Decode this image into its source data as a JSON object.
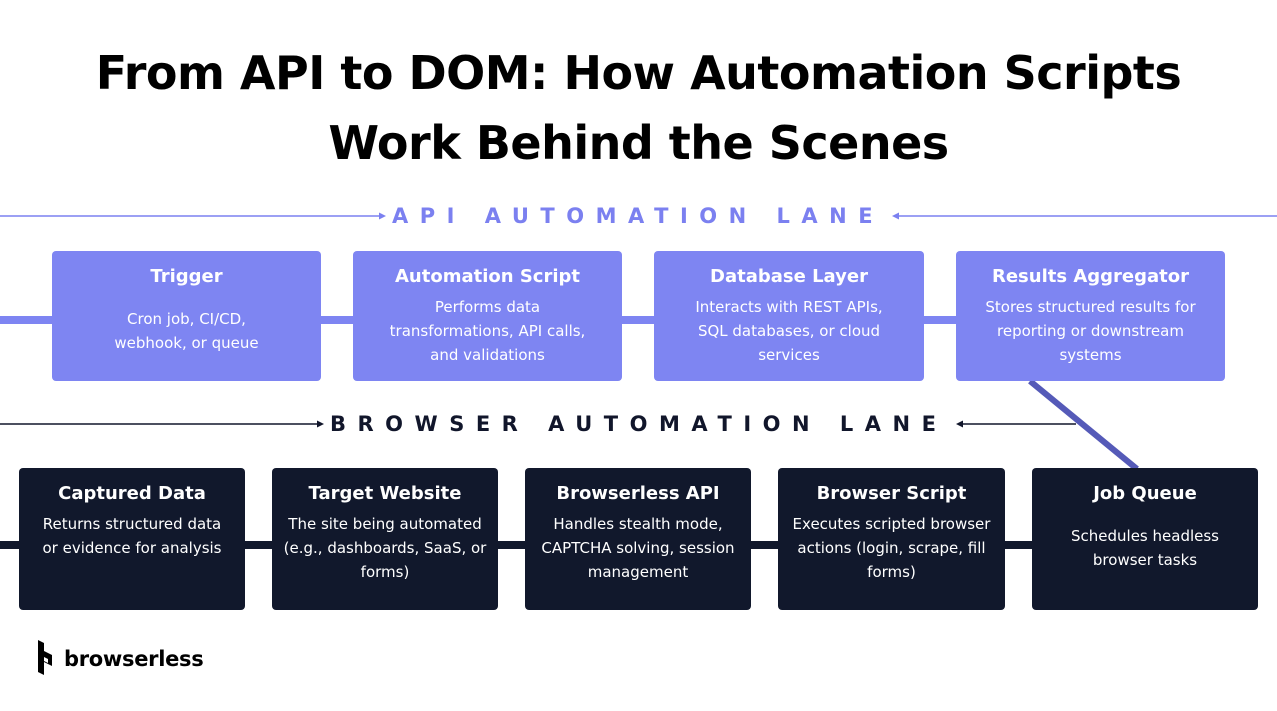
{
  "title": {
    "line1": "From API to DOM: How Automation Scripts",
    "line2": "Work Behind the Scenes"
  },
  "lanes": {
    "api": "API AUTOMATION LANE",
    "browser": "BROWSER AUTOMATION LANE"
  },
  "api_boxes": [
    {
      "title": "Trigger",
      "desc": "Cron job, CI/CD, webhook, or queue"
    },
    {
      "title": "Automation Script",
      "desc": "Performs data transformations, API calls, and validations"
    },
    {
      "title": "Database Layer",
      "desc": "Interacts with REST APIs, SQL databases, or cloud services"
    },
    {
      "title": "Results Aggregator",
      "desc": "Stores structured results for reporting or downstream systems"
    }
  ],
  "browser_boxes": [
    {
      "title": "Captured Data",
      "desc": "Returns structured data or evidence for analysis"
    },
    {
      "title": "Target Website",
      "desc": "The site being automated (e.g., dashboards, SaaS, or forms)"
    },
    {
      "title": "Browserless API",
      "desc": "Handles stealth mode, CAPTCHA solving, session management"
    },
    {
      "title": "Browser Script",
      "desc": "Executes scripted browser actions (login, scrape, fill forms)"
    },
    {
      "title": "Job Queue",
      "desc": "Schedules headless browser tasks"
    }
  ],
  "logo": {
    "text": "browserless",
    "icon": "browserless-b-logo-icon"
  },
  "colors": {
    "api_box": "#7e85f2",
    "dark_box": "#11182c",
    "api_lane": "#7b80f0",
    "browser_lane": "#11162b"
  }
}
